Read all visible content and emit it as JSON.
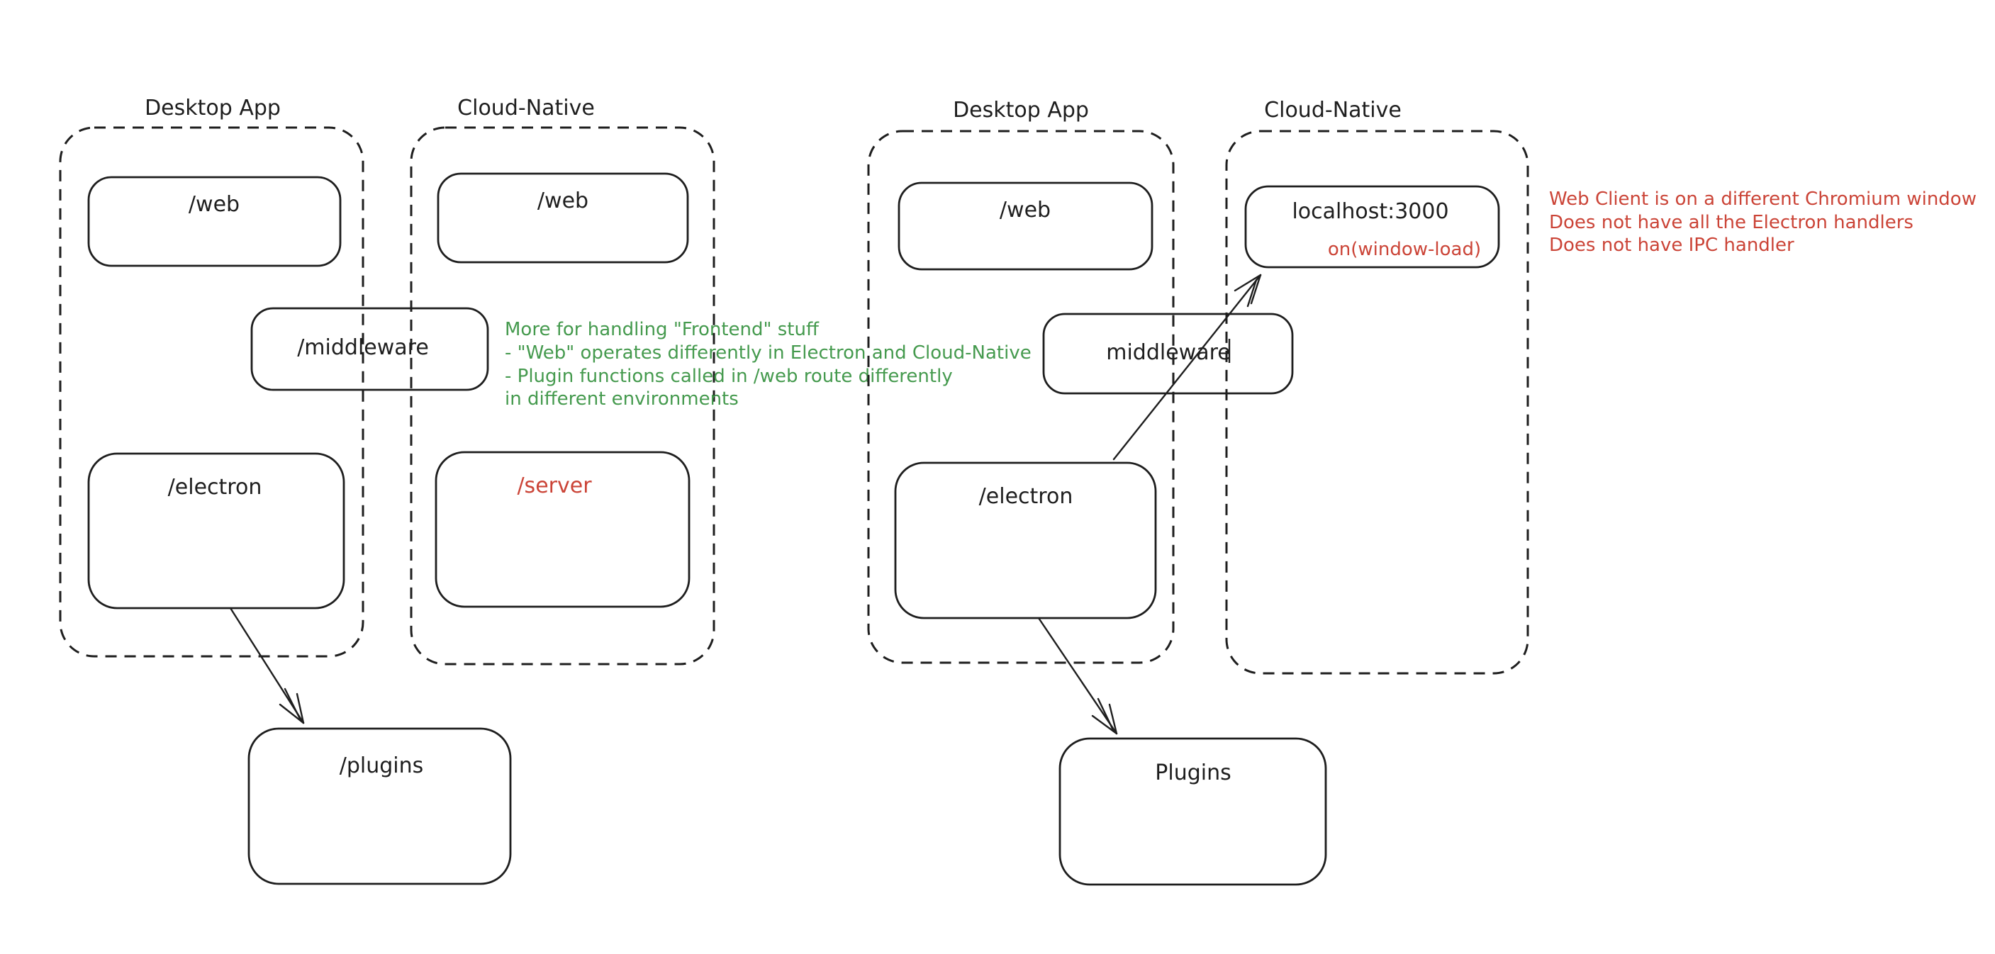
{
  "left_diagram": {
    "desktop_label": "Desktop App",
    "cloud_label": "Cloud-Native",
    "web_desktop": "/web",
    "web_cloud": "/web",
    "middleware": "/middleware",
    "electron": "/electron",
    "server": "/server",
    "plugins": "/plugins"
  },
  "right_diagram": {
    "desktop_label": "Desktop App",
    "cloud_label": "Cloud-Native",
    "web": "/web",
    "localhost": "localhost:3000",
    "on_window_load": "on(window-load)",
    "middleware": "middleware",
    "electron": "/electron",
    "plugins": "Plugins"
  },
  "green_note": {
    "line1": "More for handling \"Frontend\" stuff",
    "line2": "- \"Web\" operates differently in Electron and Cloud-Native",
    "line3": "- Plugin functions called in /web route differently",
    "line4": "in different environments"
  },
  "red_note": {
    "line1": "Web Client is on a different Chromium window",
    "line2": "Does not have all the Electron handlers",
    "line3": "Does not have IPC handler"
  },
  "colors": {
    "stroke": "#1e1e1e",
    "green": "#459a4e",
    "red": "#cb4437",
    "background": "#ffffff"
  }
}
